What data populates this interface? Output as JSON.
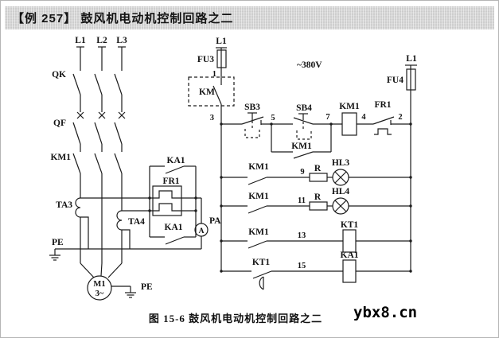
{
  "header": {
    "title": "【例 257】 鼓风机电动机控制回路之二"
  },
  "caption": "图 15-6  鼓风机电动机控制回路之二",
  "watermark": "ybx8.cn",
  "colors": {
    "line": "#1c1c1c",
    "header_bg": "#d7d7d7",
    "paper": "#ffffff"
  },
  "labels": {
    "phase_l1": "L1",
    "phase_l2": "L2",
    "phase_l3": "L3",
    "qk": "QK",
    "qf": "QF",
    "km1_main": "KM1",
    "ta3": "TA3",
    "ta4": "TA4",
    "pe_left": "PE",
    "pe_motor": "PE",
    "motor_name": "M1",
    "motor_phase": "3~",
    "ka1_top": "KA1",
    "ka1_bottom": "KA1",
    "fr1_heater": "FR1",
    "pa": "PA",
    "pa_meter": "A",
    "l1_fu3": "L1",
    "fu3": "FU3",
    "node1": "1",
    "km_box": "KM",
    "voltage": "~380V",
    "node3": "3",
    "sb3": "SB3",
    "node5": "5",
    "sb4": "SB4",
    "node7": "7",
    "km1_coil": "KM1",
    "node4": "4",
    "fr1_contact": "FR1",
    "node2": "2",
    "l1_fu4": "L1",
    "fu4": "FU4",
    "km1_latch": "KM1",
    "km1_rung2": "KM1",
    "node9": "9",
    "r2": "R",
    "hl3": "HL3",
    "km1_rung3": "KM1",
    "node11": "11",
    "r3": "R",
    "hl4": "HL4",
    "km1_rung4": "KM1",
    "node13": "13",
    "kt1_coil": "KT1",
    "kt1_contact": "KT1",
    "node15": "15",
    "ka1_coil": "KA1"
  }
}
